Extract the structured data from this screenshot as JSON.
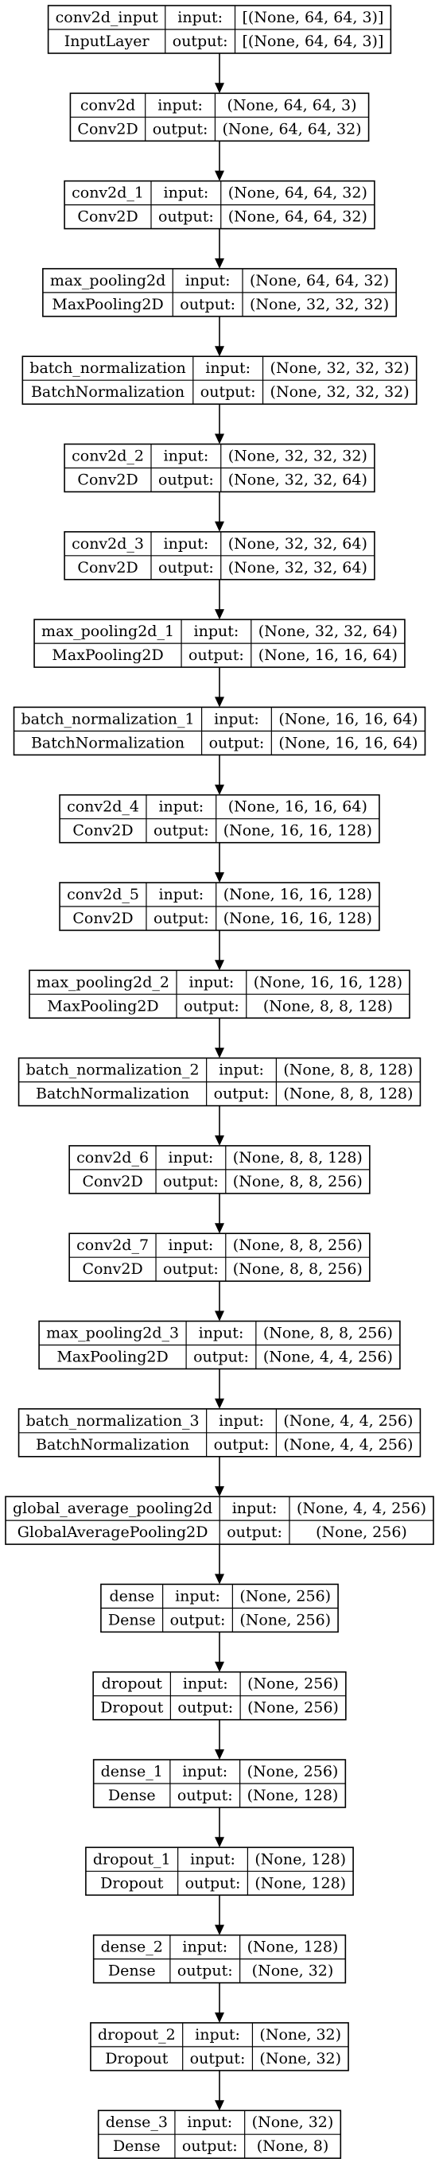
{
  "layers": [
    {
      "name": "conv2d_input",
      "type": "InputLayer",
      "input": "[(None, 64, 64, 3)]",
      "output": "[(None, 64, 64, 3)]"
    },
    {
      "name": "conv2d",
      "type": "Conv2D",
      "input": "(None, 64, 64, 3)",
      "output": "(None, 64, 64, 32)"
    },
    {
      "name": "conv2d_1",
      "type": "Conv2D",
      "input": "(None, 64, 64, 32)",
      "output": "(None, 64, 64, 32)"
    },
    {
      "name": "max_pooling2d",
      "type": "MaxPooling2D",
      "input": "(None, 64, 64, 32)",
      "output": "(None, 32, 32, 32)"
    },
    {
      "name": "batch_normalization",
      "type": "BatchNormalization",
      "input": "(None, 32, 32, 32)",
      "output": "(None, 32, 32, 32)"
    },
    {
      "name": "conv2d_2",
      "type": "Conv2D",
      "input": "(None, 32, 32, 32)",
      "output": "(None, 32, 32, 64)"
    },
    {
      "name": "conv2d_3",
      "type": "Conv2D",
      "input": "(None, 32, 32, 64)",
      "output": "(None, 32, 32, 64)"
    },
    {
      "name": "max_pooling2d_1",
      "type": "MaxPooling2D",
      "input": "(None, 32, 32, 64)",
      "output": "(None, 16, 16, 64)"
    },
    {
      "name": "batch_normalization_1",
      "type": "BatchNormalization",
      "input": "(None, 16, 16, 64)",
      "output": "(None, 16, 16, 64)"
    },
    {
      "name": "conv2d_4",
      "type": "Conv2D",
      "input": "(None, 16, 16, 64)",
      "output": "(None, 16, 16, 128)"
    },
    {
      "name": "conv2d_5",
      "type": "Conv2D",
      "input": "(None, 16, 16, 128)",
      "output": "(None, 16, 16, 128)"
    },
    {
      "name": "max_pooling2d_2",
      "type": "MaxPooling2D",
      "input": "(None, 16, 16, 128)",
      "output": "(None, 8, 8, 128)"
    },
    {
      "name": "batch_normalization_2",
      "type": "BatchNormalization",
      "input": "(None, 8, 8, 128)",
      "output": "(None, 8, 8, 128)"
    },
    {
      "name": "conv2d_6",
      "type": "Conv2D",
      "input": "(None, 8, 8, 128)",
      "output": "(None, 8, 8, 256)"
    },
    {
      "name": "conv2d_7",
      "type": "Conv2D",
      "input": "(None, 8, 8, 256)",
      "output": "(None, 8, 8, 256)"
    },
    {
      "name": "max_pooling2d_3",
      "type": "MaxPooling2D",
      "input": "(None, 8, 8, 256)",
      "output": "(None, 4, 4, 256)"
    },
    {
      "name": "batch_normalization_3",
      "type": "BatchNormalization",
      "input": "(None, 4, 4, 256)",
      "output": "(None, 4, 4, 256)"
    },
    {
      "name": "global_average_pooling2d",
      "type": "GlobalAveragePooling2D",
      "input": "(None, 4, 4, 256)",
      "output": "(None, 256)"
    },
    {
      "name": "dense",
      "type": "Dense",
      "input": "(None, 256)",
      "output": "(None, 256)"
    },
    {
      "name": "dropout",
      "type": "Dropout",
      "input": "(None, 256)",
      "output": "(None, 256)"
    },
    {
      "name": "dense_1",
      "type": "Dense",
      "input": "(None, 256)",
      "output": "(None, 128)"
    },
    {
      "name": "dropout_1",
      "type": "Dropout",
      "input": "(None, 128)",
      "output": "(None, 128)"
    },
    {
      "name": "dense_2",
      "type": "Dense",
      "input": "(None, 128)",
      "output": "(None, 32)"
    },
    {
      "name": "dropout_2",
      "type": "Dropout",
      "input": "(None, 32)",
      "output": "(None, 32)"
    },
    {
      "name": "dense_3",
      "type": "Dense",
      "input": "(None, 32)",
      "output": "(None, 8)"
    }
  ],
  "labels": {
    "input": "input:",
    "output": "output:"
  },
  "colors": {
    "stroke": "#000000",
    "background": "#ffffff",
    "text": "#000000"
  }
}
